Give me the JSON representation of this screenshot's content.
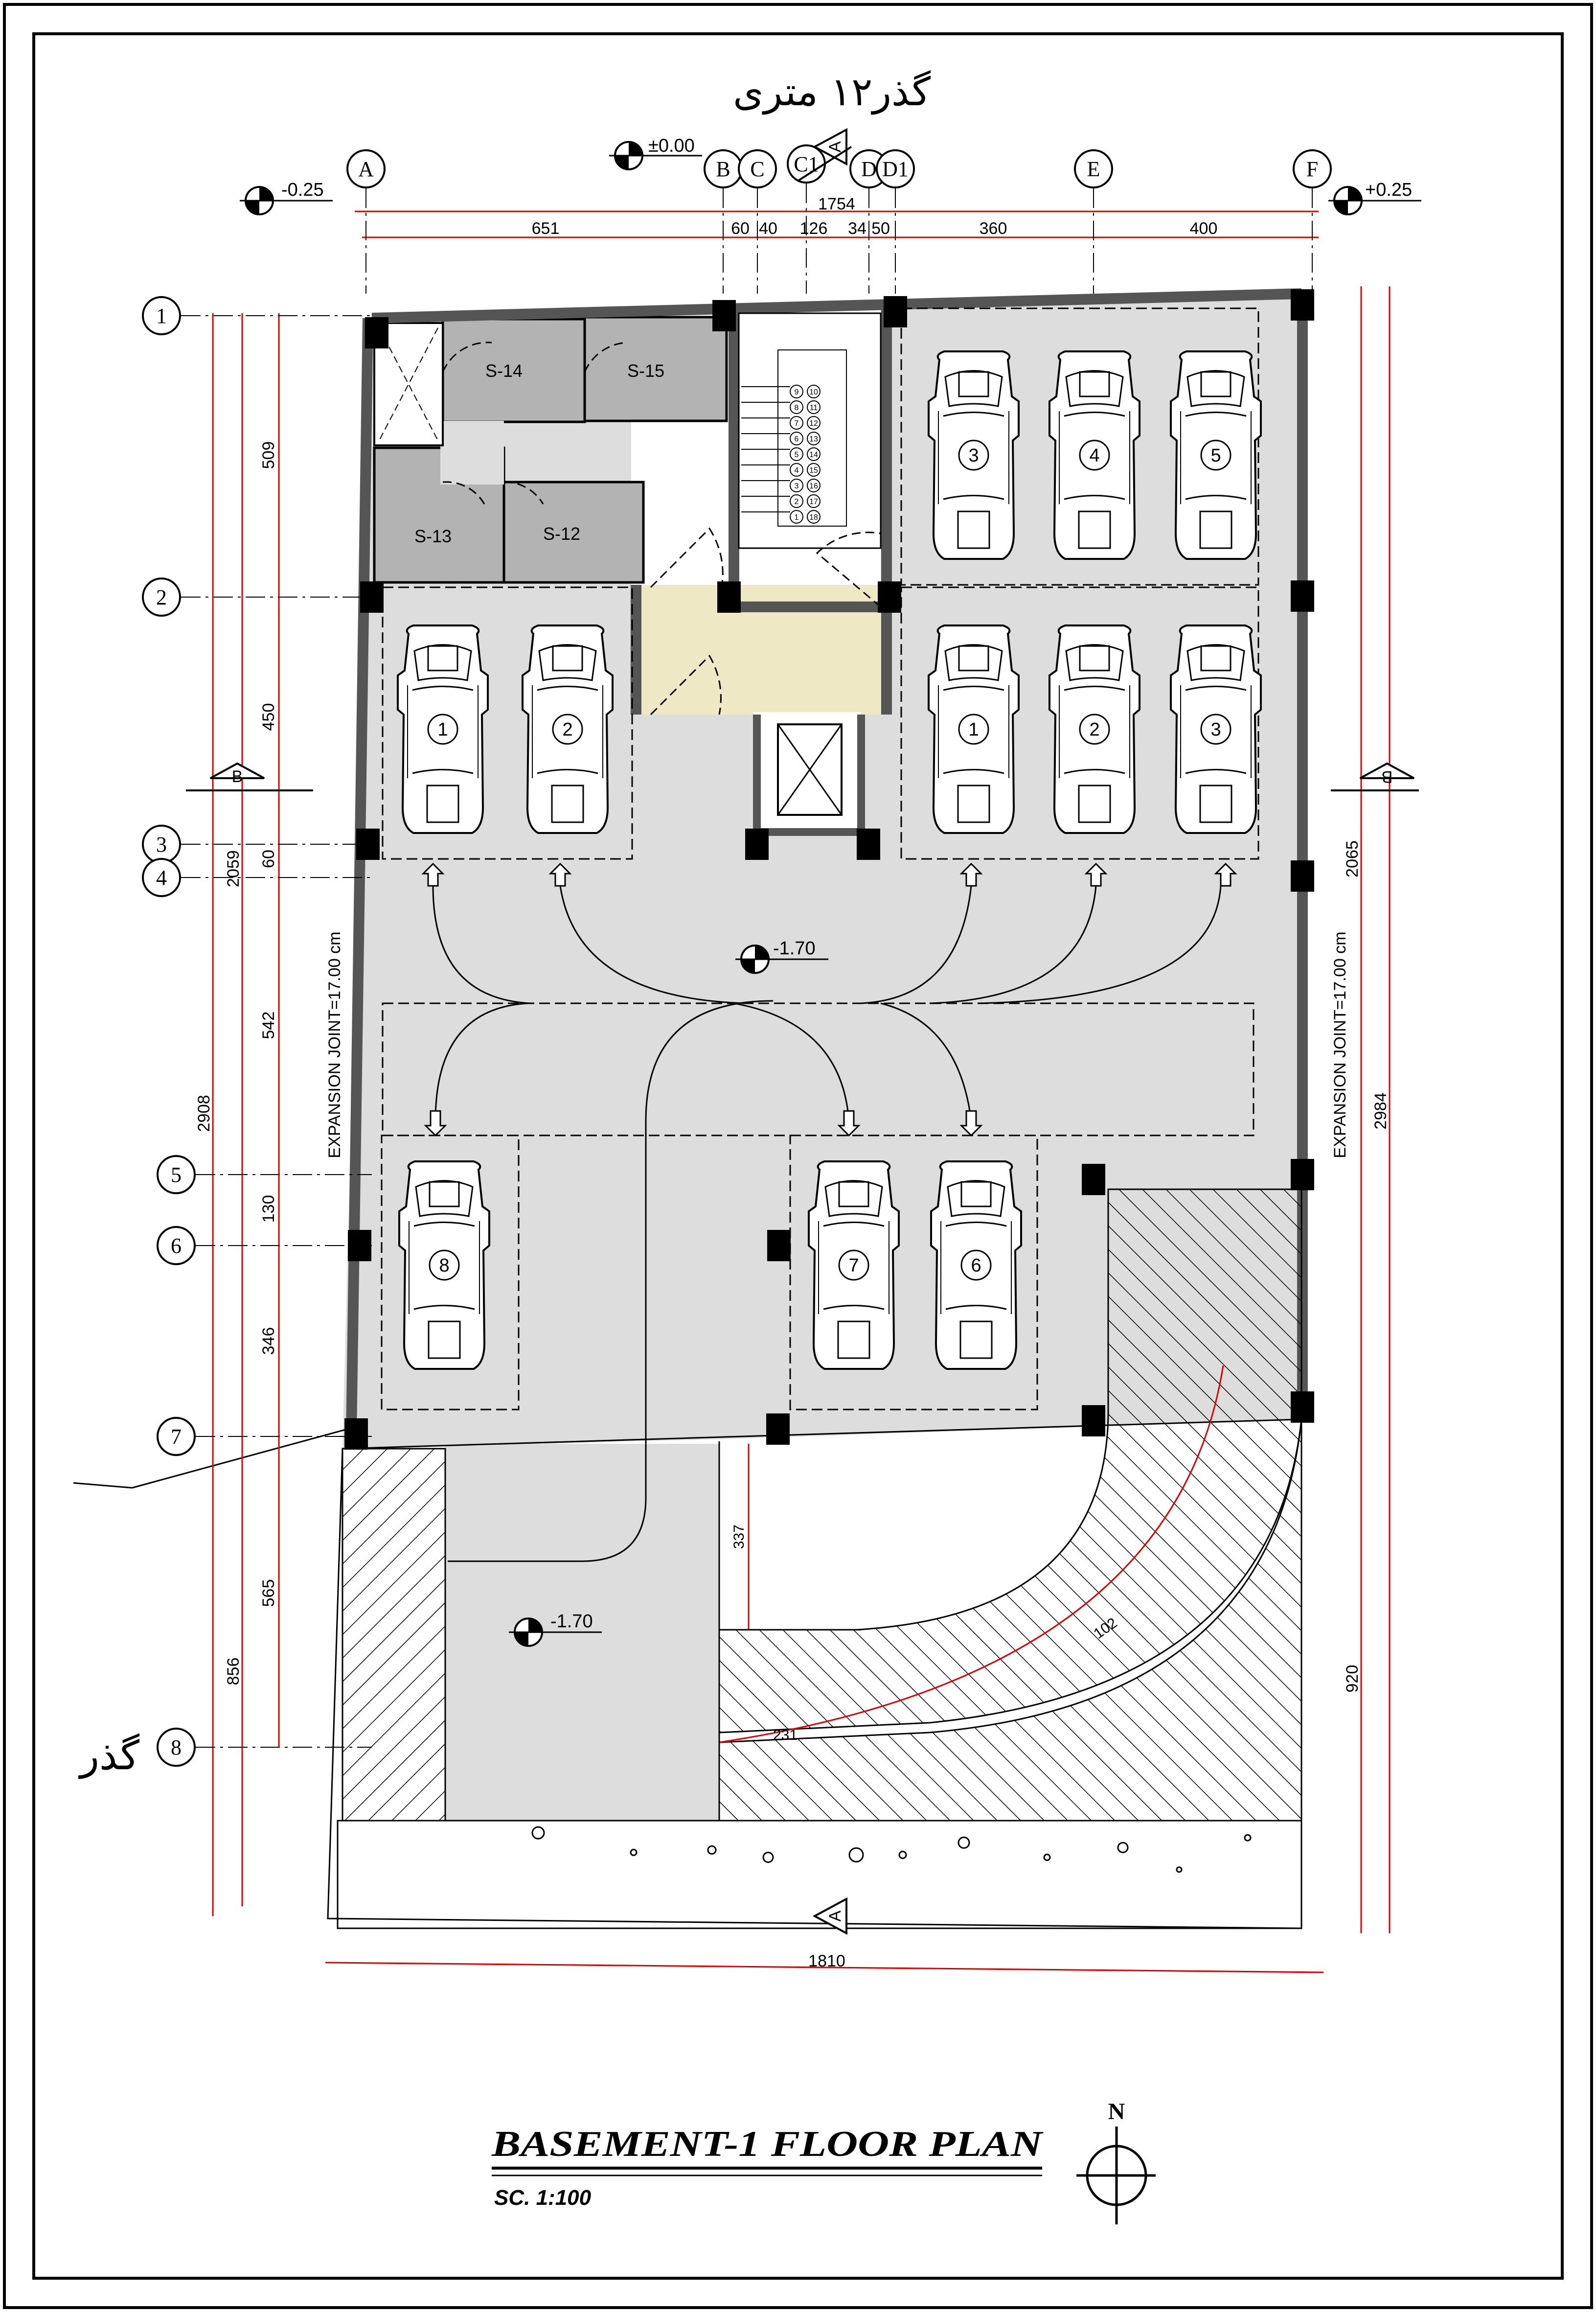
{
  "street_label_top": "گذر۱۲ متری",
  "street_label_left": "گذر",
  "title": "BASEMENT-1  FLOOR  PLAN",
  "scale": "SC.  1:100",
  "north_label": "N",
  "elevations": {
    "top_left": "-0.25",
    "top_center": "±0.00",
    "top_right": "+0.25",
    "parking": "-1.70",
    "ramp": "-1.70"
  },
  "section_labels": {
    "a": "A",
    "b": "B"
  },
  "grid_cols": [
    "A",
    "B",
    "C",
    "C1",
    "D",
    "D1",
    "E",
    "F"
  ],
  "grid_rows": [
    "1",
    "2",
    "3",
    "4",
    "5",
    "6",
    "7",
    "8"
  ],
  "dims_top": {
    "total": "1754",
    "segments": [
      "651",
      "60",
      "40",
      "126",
      "34",
      "50",
      "360",
      "400"
    ]
  },
  "dims_left": [
    "509",
    "450",
    "60",
    "542",
    "130",
    "346",
    "565"
  ],
  "dims_left_totals": [
    "2059",
    "2908",
    "856"
  ],
  "dims_right": [
    "2065",
    "2984",
    "920"
  ],
  "dims_bottom": "1810",
  "dims_misc": [
    "337",
    "231",
    "102"
  ],
  "expansion_joint": "EXPANSION  JOINT=17.00  cm",
  "storage_rooms": [
    "S-14",
    "S-15",
    "S-13",
    "S-12"
  ],
  "parking_numbers": {
    "top_right_row": [
      "3",
      "4",
      "5"
    ],
    "left_row": [
      "1",
      "2"
    ],
    "middle_right_row": [
      "1",
      "2",
      "3"
    ],
    "bottom_middle": [
      "7",
      "6"
    ],
    "bottom_left": [
      "8"
    ]
  },
  "stair_steps": [
    "1",
    "2",
    "3",
    "4",
    "5",
    "6",
    "7",
    "8",
    "9",
    "10",
    "11",
    "12",
    "13",
    "14",
    "15",
    "16",
    "17",
    "18"
  ],
  "colors": {
    "wall": "#555555",
    "column": "#000000",
    "floor": "#dddddd",
    "storage": "#b3b3b3",
    "lobby": "#eee8c4",
    "dimension": "#e00000"
  }
}
